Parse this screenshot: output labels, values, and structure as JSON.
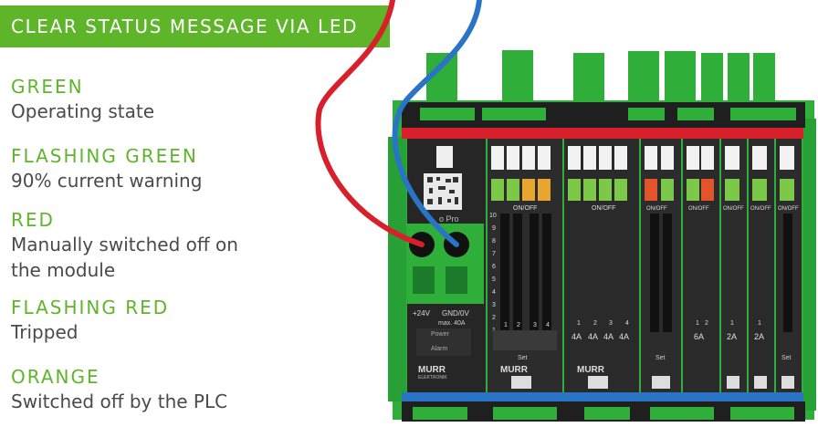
{
  "header": {
    "title": "CLEAR STATUS MESSAGE VIA LED"
  },
  "legend": [
    {
      "state": "GREEN",
      "description": "Operating state"
    },
    {
      "state": "FLASHING GREEN",
      "description": "90% current warning"
    },
    {
      "state": "RED",
      "description": "Manually switched off on the module"
    },
    {
      "state": "FLASHING RED",
      "description": "Tripped"
    },
    {
      "state": "ORANGE",
      "description": "Switched off by the PLC"
    }
  ],
  "device": {
    "brand": "MURR",
    "brand_sub": "ELEKTRONIK",
    "product_label": "o Pro",
    "terminal_labels": [
      "+24V",
      "GND/0V"
    ],
    "max_rating": "max. 40A",
    "status_labels": [
      "Power",
      "Alarm"
    ],
    "onoff_label": "ON/OFF",
    "set_label": "Set",
    "scale_numbers": [
      "10",
      "9",
      "8",
      "7",
      "6",
      "5",
      "4",
      "3",
      "2",
      "1"
    ],
    "channel_numbers_4": [
      "1",
      "2",
      "3",
      "4"
    ],
    "channel_numbers_2": [
      "1",
      "2"
    ],
    "channel_number_1": "1",
    "ratings_4ch": [
      "4A",
      "4A",
      "4A",
      "4A"
    ],
    "rating_6a": "6A",
    "rating_2a": "2A",
    "colors": {
      "accent_green": "#5fb52a",
      "terminal_green": "#2fae3a",
      "module_dark": "#2a2a2a",
      "rail_red": "#d8202c",
      "rail_blue": "#2a74c6",
      "led_green": "#7cc94a",
      "led_orange": "#e7a531",
      "led_red": "#e0552a"
    }
  }
}
